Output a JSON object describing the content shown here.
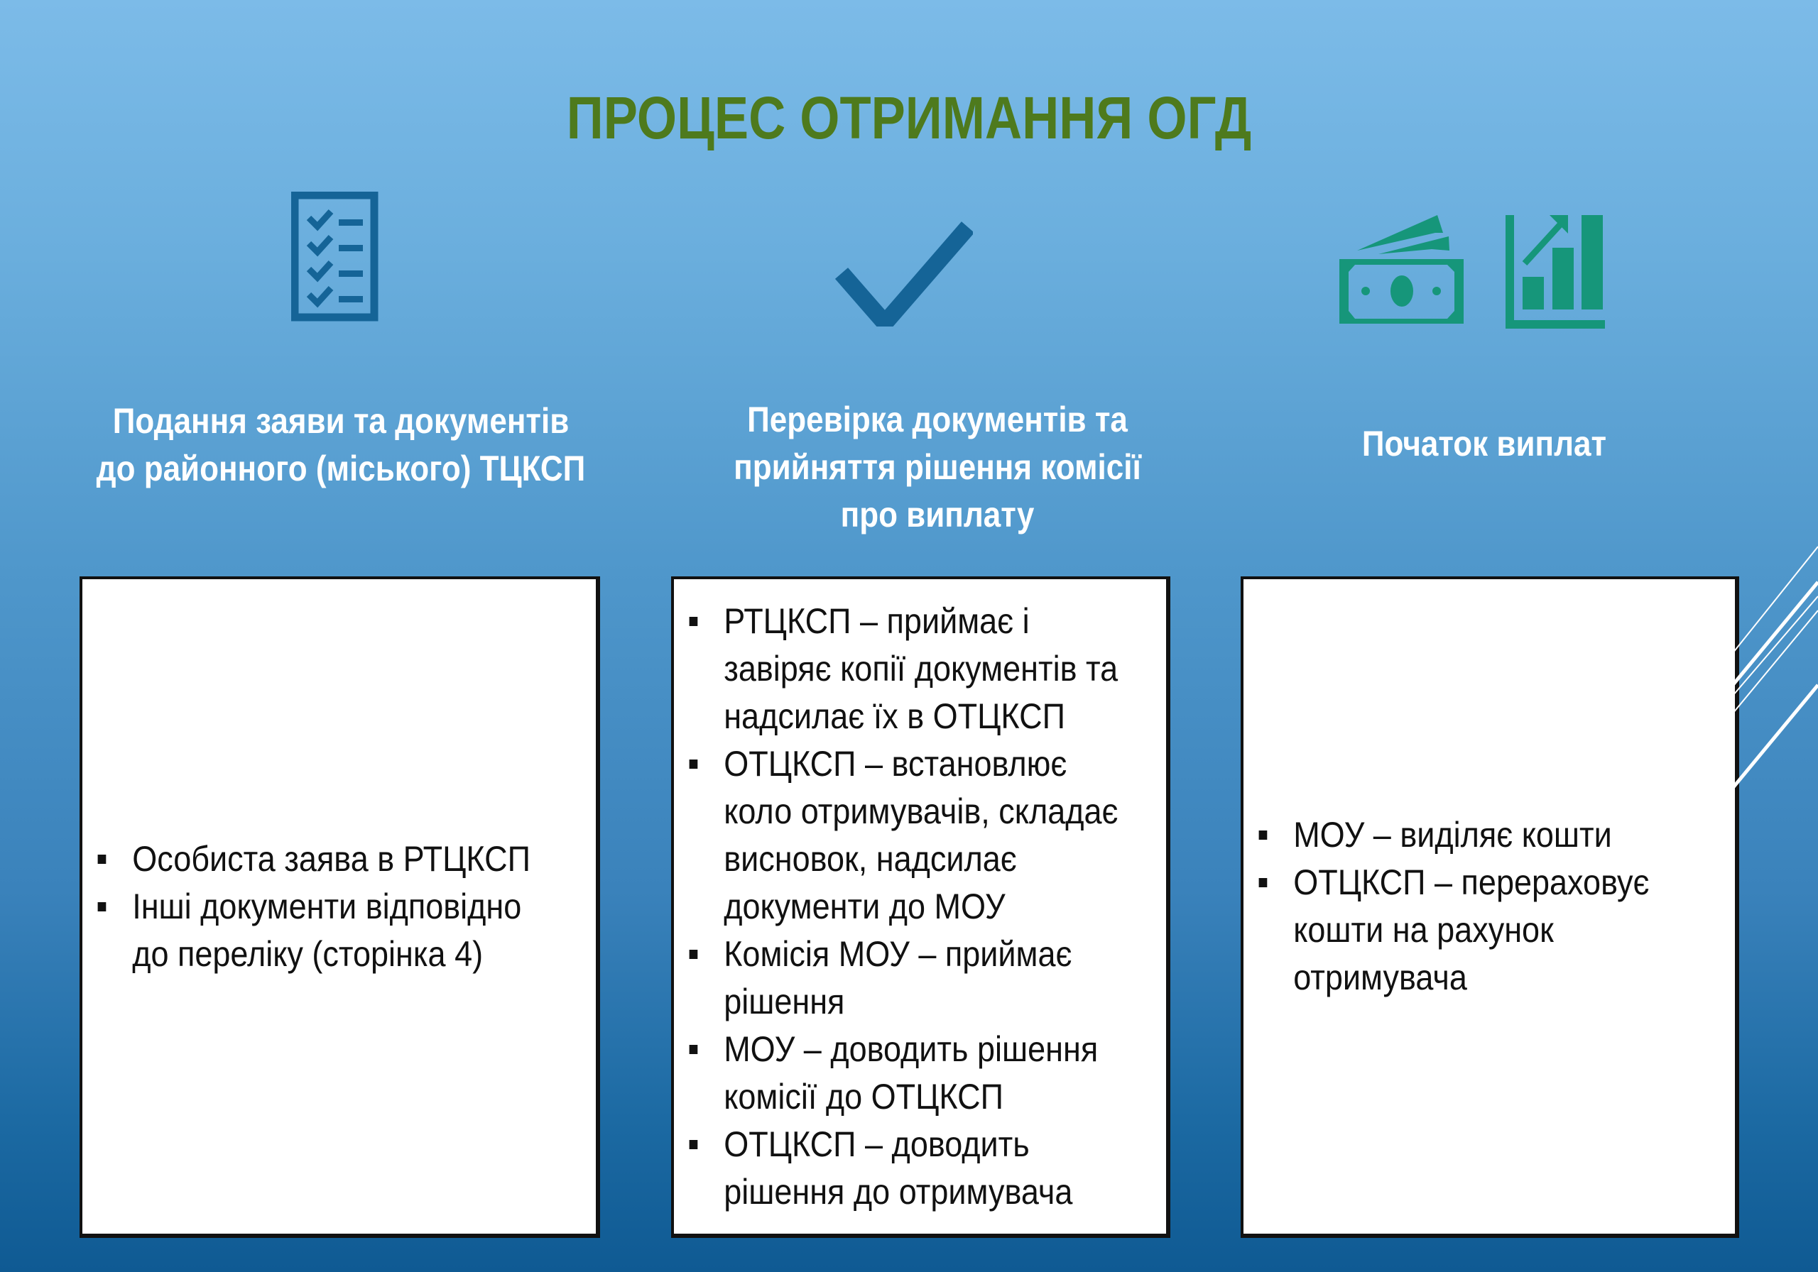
{
  "slide": {
    "title": "ПРОЦЕС ОТРИМАННЯ ОГД",
    "title_color": "#4e7a1d",
    "icon_colors": {
      "dark_blue": "#156497",
      "teal": "#16967a"
    }
  },
  "steps": [
    {
      "icon": "checklist-icon",
      "heading_lines": [
        "Подання заяви та документів",
        "до районного (міського) ТЦКСП"
      ],
      "bullets": [
        [
          "Особиста заява в РТЦКСП"
        ],
        [
          "Інші документи відповідно",
          "до переліку (сторінка 4)"
        ]
      ]
    },
    {
      "icon": "checkmark-icon",
      "heading_lines": [
        "Перевірка документів та",
        "прийняття рішення комісії",
        "про виплату"
      ],
      "bullets": [
        [
          "РТЦКСП – приймає і",
          "завіряє копії документів та",
          "надсилає їх в ОТЦКСП"
        ],
        [
          "ОТЦКСП – встановлює",
          "коло отримувачів, складає",
          "висновок, надсилає",
          "документи до МОУ"
        ],
        [
          "Комісія МОУ – приймає",
          "рішення"
        ],
        [
          "МОУ – доводить рішення",
          "комісії до ОТЦКСП"
        ],
        [
          "ОТЦКСП – доводить",
          "рішення до отримувача"
        ]
      ]
    },
    {
      "icon": "money-and-growth-chart-icons",
      "heading_lines": [
        "Початок виплат"
      ],
      "bullets": [
        [
          "МОУ – виділяє кошти"
        ],
        [
          "ОТЦКСП – перераховує",
          "кошти на рахунок",
          "отримувача"
        ]
      ]
    }
  ]
}
